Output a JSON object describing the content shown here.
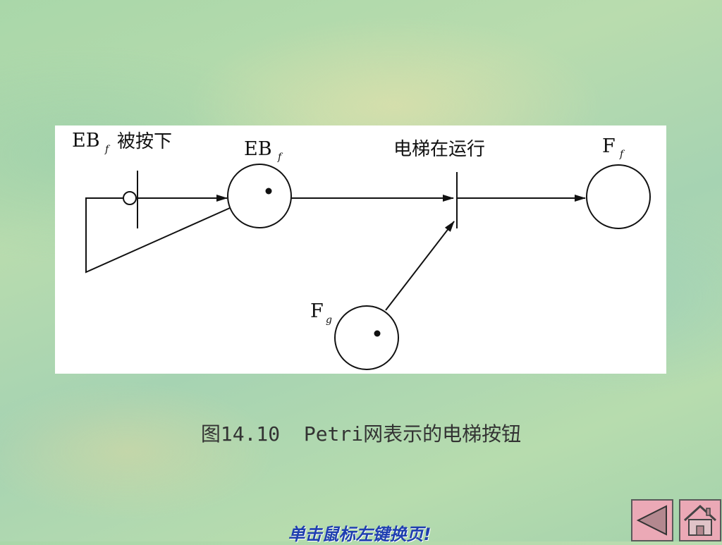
{
  "diagram": {
    "label_eb_pressed_main": "EB",
    "label_eb_pressed_sub": "f",
    "label_eb_pressed_text": "被按下",
    "place_eb_main": "EB",
    "place_eb_sub": "f",
    "label_elevator_running": "电梯在运行",
    "place_ff_main": "F",
    "place_ff_sub": "f",
    "place_fg_main": "F",
    "place_fg_sub": "g"
  },
  "caption": "图14.10  Petri网表示的电梯按钮",
  "footer": {
    "hint": "单击鼠标左键换页!"
  },
  "nav": {
    "prev_icon": "left-triangle",
    "home_icon": "house"
  }
}
